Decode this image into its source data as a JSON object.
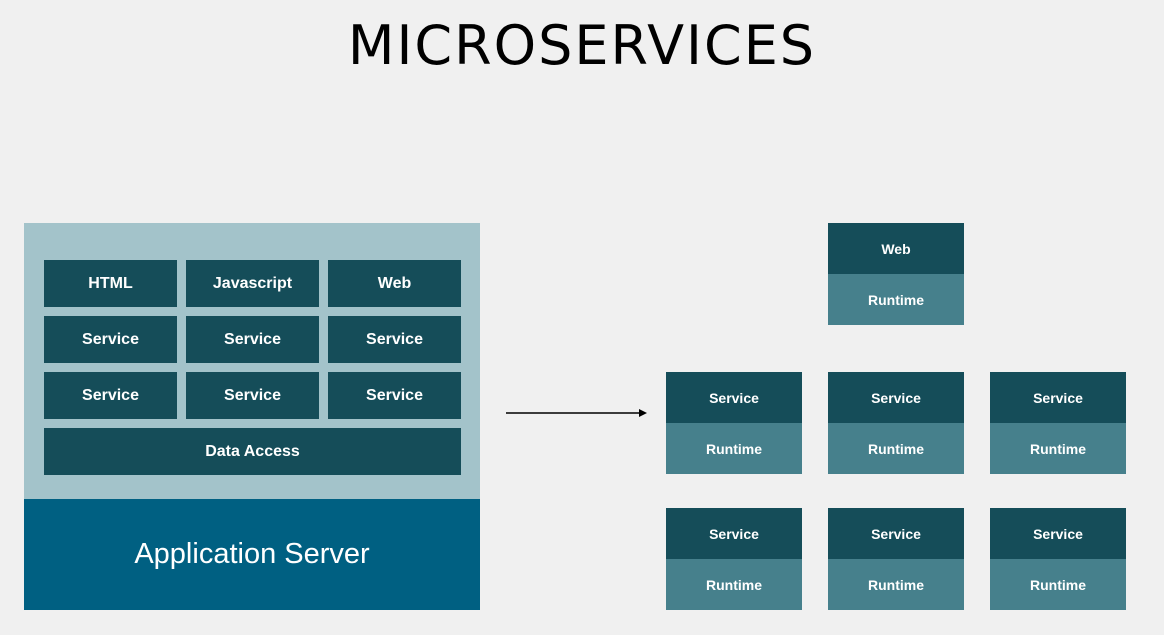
{
  "title": "MICROSERVICES",
  "monolith": {
    "cells": [
      [
        "HTML",
        "Javascript",
        "Web"
      ],
      [
        "Service",
        "Service",
        "Service"
      ],
      [
        "Service",
        "Service",
        "Service"
      ]
    ],
    "data_access": "Data Access",
    "app_server": "Application Server"
  },
  "microservices": [
    {
      "name": "Web",
      "runtime": "Runtime"
    },
    {
      "name": "Service",
      "runtime": "Runtime"
    },
    {
      "name": "Service",
      "runtime": "Runtime"
    },
    {
      "name": "Service",
      "runtime": "Runtime"
    },
    {
      "name": "Service",
      "runtime": "Runtime"
    },
    {
      "name": "Service",
      "runtime": "Runtime"
    },
    {
      "name": "Service",
      "runtime": "Runtime"
    }
  ],
  "colors": {
    "background": "#f0f0f0",
    "monolith_bg": "#a3c3ca",
    "cell": "#154d59",
    "app_server": "#006082",
    "runtime": "#46808c"
  }
}
